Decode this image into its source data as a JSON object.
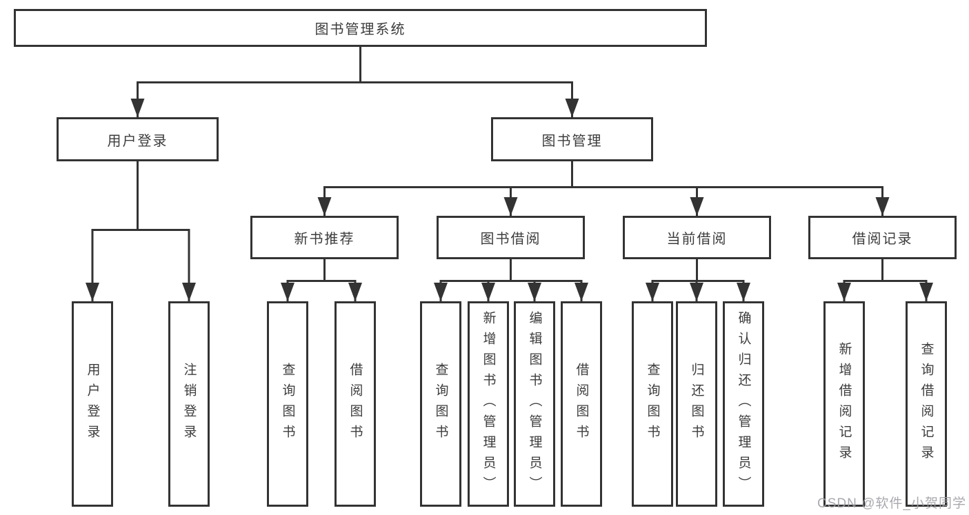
{
  "diagram": {
    "root": {
      "label": "图书管理系统"
    },
    "level2": {
      "user_login": {
        "label": "用户登录",
        "children": [
          {
            "label": "用户登录"
          },
          {
            "label": "注销登录"
          }
        ]
      },
      "book_management": {
        "label": "图书管理",
        "sections": [
          {
            "label": "新书推荐",
            "children": [
              {
                "label": "查询图书"
              },
              {
                "label": "借阅图书"
              }
            ]
          },
          {
            "label": "图书借阅",
            "children": [
              {
                "label": "查询图书"
              },
              {
                "label": "新增图书（管理员）"
              },
              {
                "label": "编辑图书（管理员）"
              },
              {
                "label": "借阅图书"
              }
            ]
          },
          {
            "label": "当前借阅",
            "children": [
              {
                "label": "查询图书"
              },
              {
                "label": "归还图书"
              },
              {
                "label": "确认归还（管理员）"
              }
            ]
          },
          {
            "label": "借阅记录",
            "children": [
              {
                "label": "新增借阅记录"
              },
              {
                "label": "查询借阅记录"
              }
            ]
          }
        ]
      }
    },
    "watermark": "CSDN @软件_小贺同学",
    "colors": {
      "line": "#333333",
      "text": "#3c3c3c",
      "box_background": "#ffffff",
      "watermark": "#9e9ea6"
    }
  }
}
